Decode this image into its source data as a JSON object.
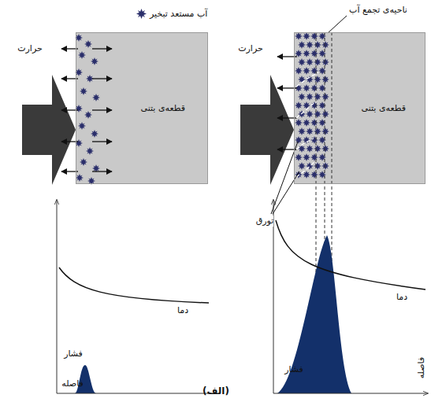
{
  "diagram": {
    "caption": "(الف)",
    "nodes": [
      {
        "text": [
          "قطعه‌ی بتنی"
        ]
      },
      {
        "text": [
          "قطعه‌ی بتنی"
        ]
      }
    ],
    "labels": [
      "حرارت",
      "حرارت",
      "ناحیه‌ی تجمع آب",
      "تورق",
      "دما",
      "فشار",
      "فاصله",
      "دما",
      "فشار",
      "فاصله"
    ],
    "legend": [
      {
        "text": "آب مستعد تبخیر"
      }
    ]
  }
}
